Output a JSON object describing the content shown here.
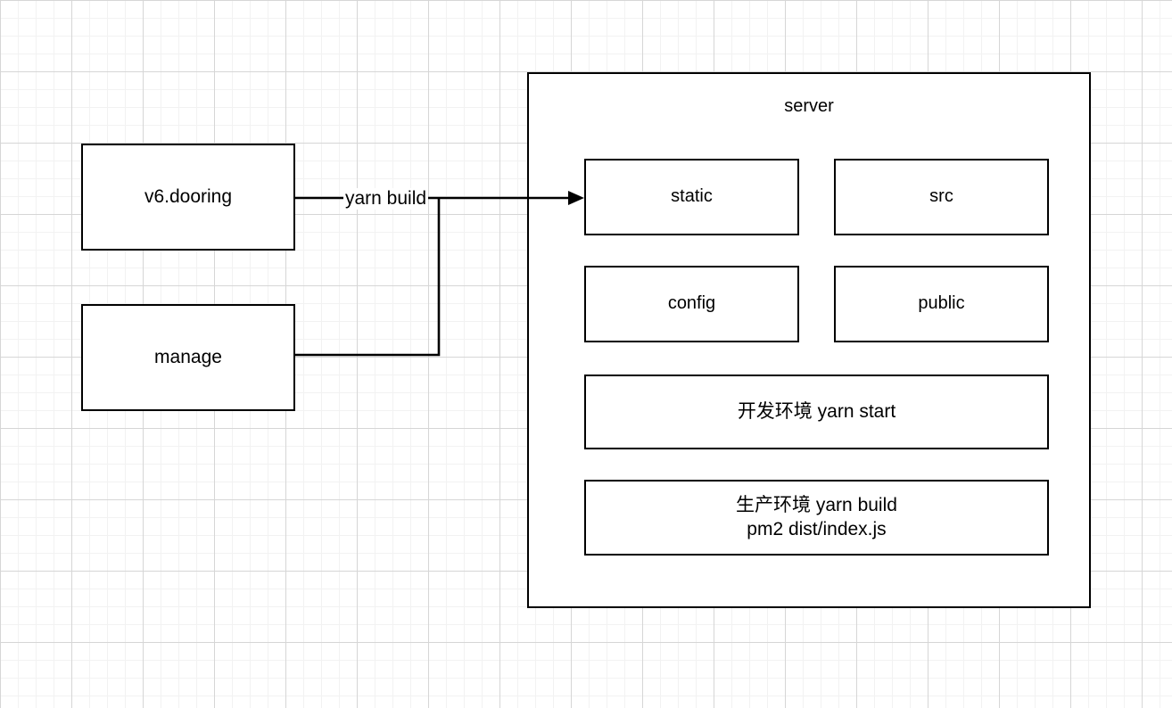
{
  "diagram": {
    "background": {
      "minor_grid_color": "#f2f2f2",
      "major_grid_color": "#d6d6d6",
      "canvas_color": "#ffffff",
      "minor_grid_size": 20,
      "major_grid_size": 80
    },
    "stroke_color": "#000000",
    "text_color": "#000000"
  },
  "sources": [
    {
      "id": "v6-dooring",
      "label": "v6.dooring"
    },
    {
      "id": "manage",
      "label": "manage"
    }
  ],
  "edges": [
    {
      "id": "build-edge",
      "label": "yarn build",
      "from": [
        "v6.dooring",
        "manage"
      ],
      "to": "static",
      "arrowhead": "triangle-right"
    }
  ],
  "server_group": {
    "title": "server",
    "items": [
      {
        "id": "static",
        "label": "static"
      },
      {
        "id": "src",
        "label": "src"
      },
      {
        "id": "config",
        "label": "config"
      },
      {
        "id": "public",
        "label": "public"
      }
    ],
    "commands": [
      {
        "id": "dev-env",
        "label": "开发环境 yarn start"
      },
      {
        "id": "prod-env",
        "label": "生产环境 yarn build\npm2 dist/index.js"
      }
    ]
  }
}
